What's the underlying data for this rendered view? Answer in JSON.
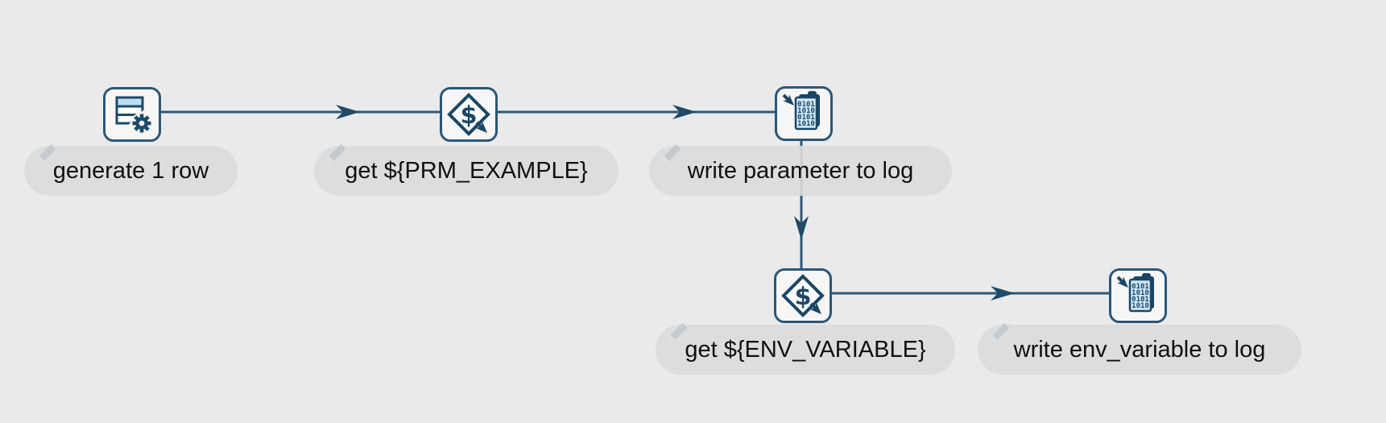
{
  "app": {
    "view": "pipeline-canvas"
  },
  "palette": {
    "canvas_background": "#eaeaea",
    "node_border": "#2b5778",
    "icon_navy": "#1b4664",
    "connection_line": "#2f5878",
    "light_blue_fill": "#c9e2f6",
    "label_pill_background": "#dcdcdc",
    "label_text": "#101010"
  },
  "nodes": [
    {
      "id": "generate-1-row",
      "type": "data-grid",
      "label": "generate 1 row"
    },
    {
      "id": "get-prm-example",
      "type": "get-variables",
      "label": "get ${PRM_EXAMPLE}"
    },
    {
      "id": "write-parameter-to-log",
      "type": "write-to-log",
      "label": "write parameter to log"
    },
    {
      "id": "get-env-variable",
      "type": "get-variables",
      "label": "get ${ENV_VARIABLE}"
    },
    {
      "id": "write-env-variable-to-log",
      "type": "write-to-log",
      "label": "write env_variable to log"
    }
  ],
  "icon_glyphs": {
    "get_variables_symbol": "$",
    "log_rows": [
      "0101",
      "1010",
      "0101",
      "1010"
    ]
  },
  "connections": [
    {
      "from": "generate-1-row",
      "to": "get-prm-example"
    },
    {
      "from": "get-prm-example",
      "to": "write-parameter-to-log"
    },
    {
      "from": "write-parameter-to-log",
      "to": "get-env-variable"
    },
    {
      "from": "get-env-variable",
      "to": "write-env-variable-to-log"
    }
  ]
}
